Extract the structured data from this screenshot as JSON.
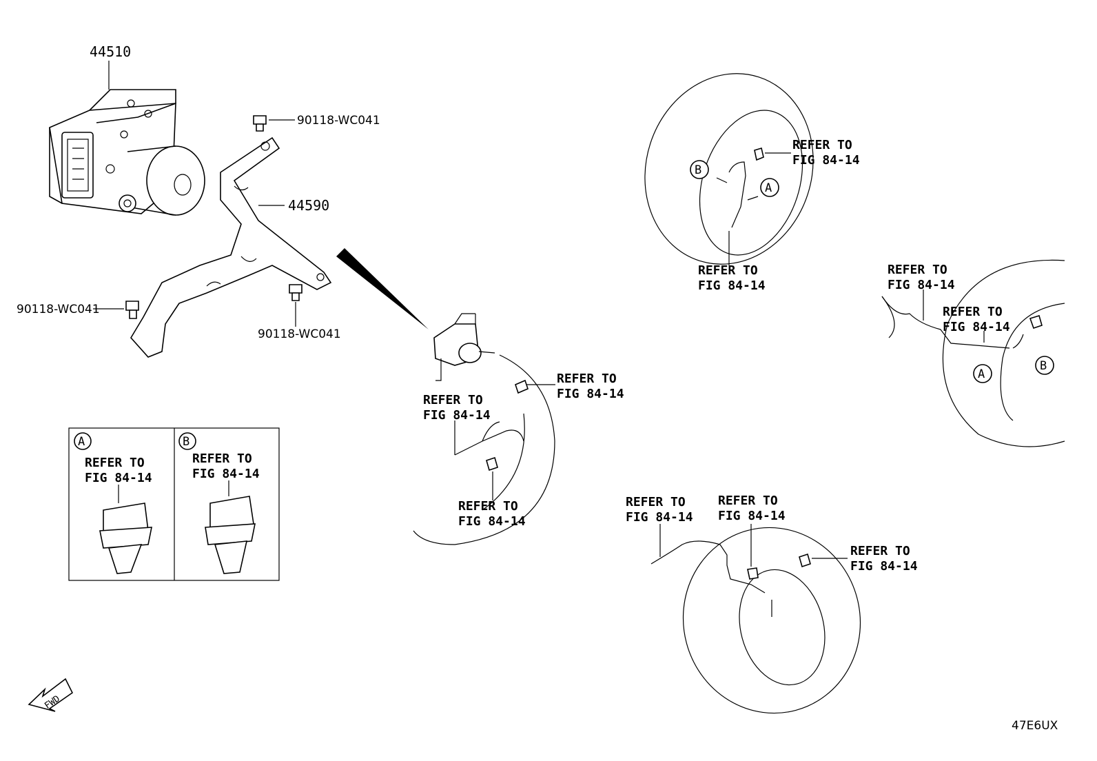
{
  "parts": {
    "abs_actuator": "44510",
    "bracket": "44590",
    "bolt_top": "90118-WC041",
    "bolt_left": "90118-WC041",
    "bolt_bottom": "90118-WC041"
  },
  "refer_text_line1": "REFER TO",
  "refer_text_line2": "FIG 84-14",
  "markers": {
    "a": "A",
    "b": "B"
  },
  "fwd_arrow": "FWD",
  "diagram_code": "47E6UX"
}
